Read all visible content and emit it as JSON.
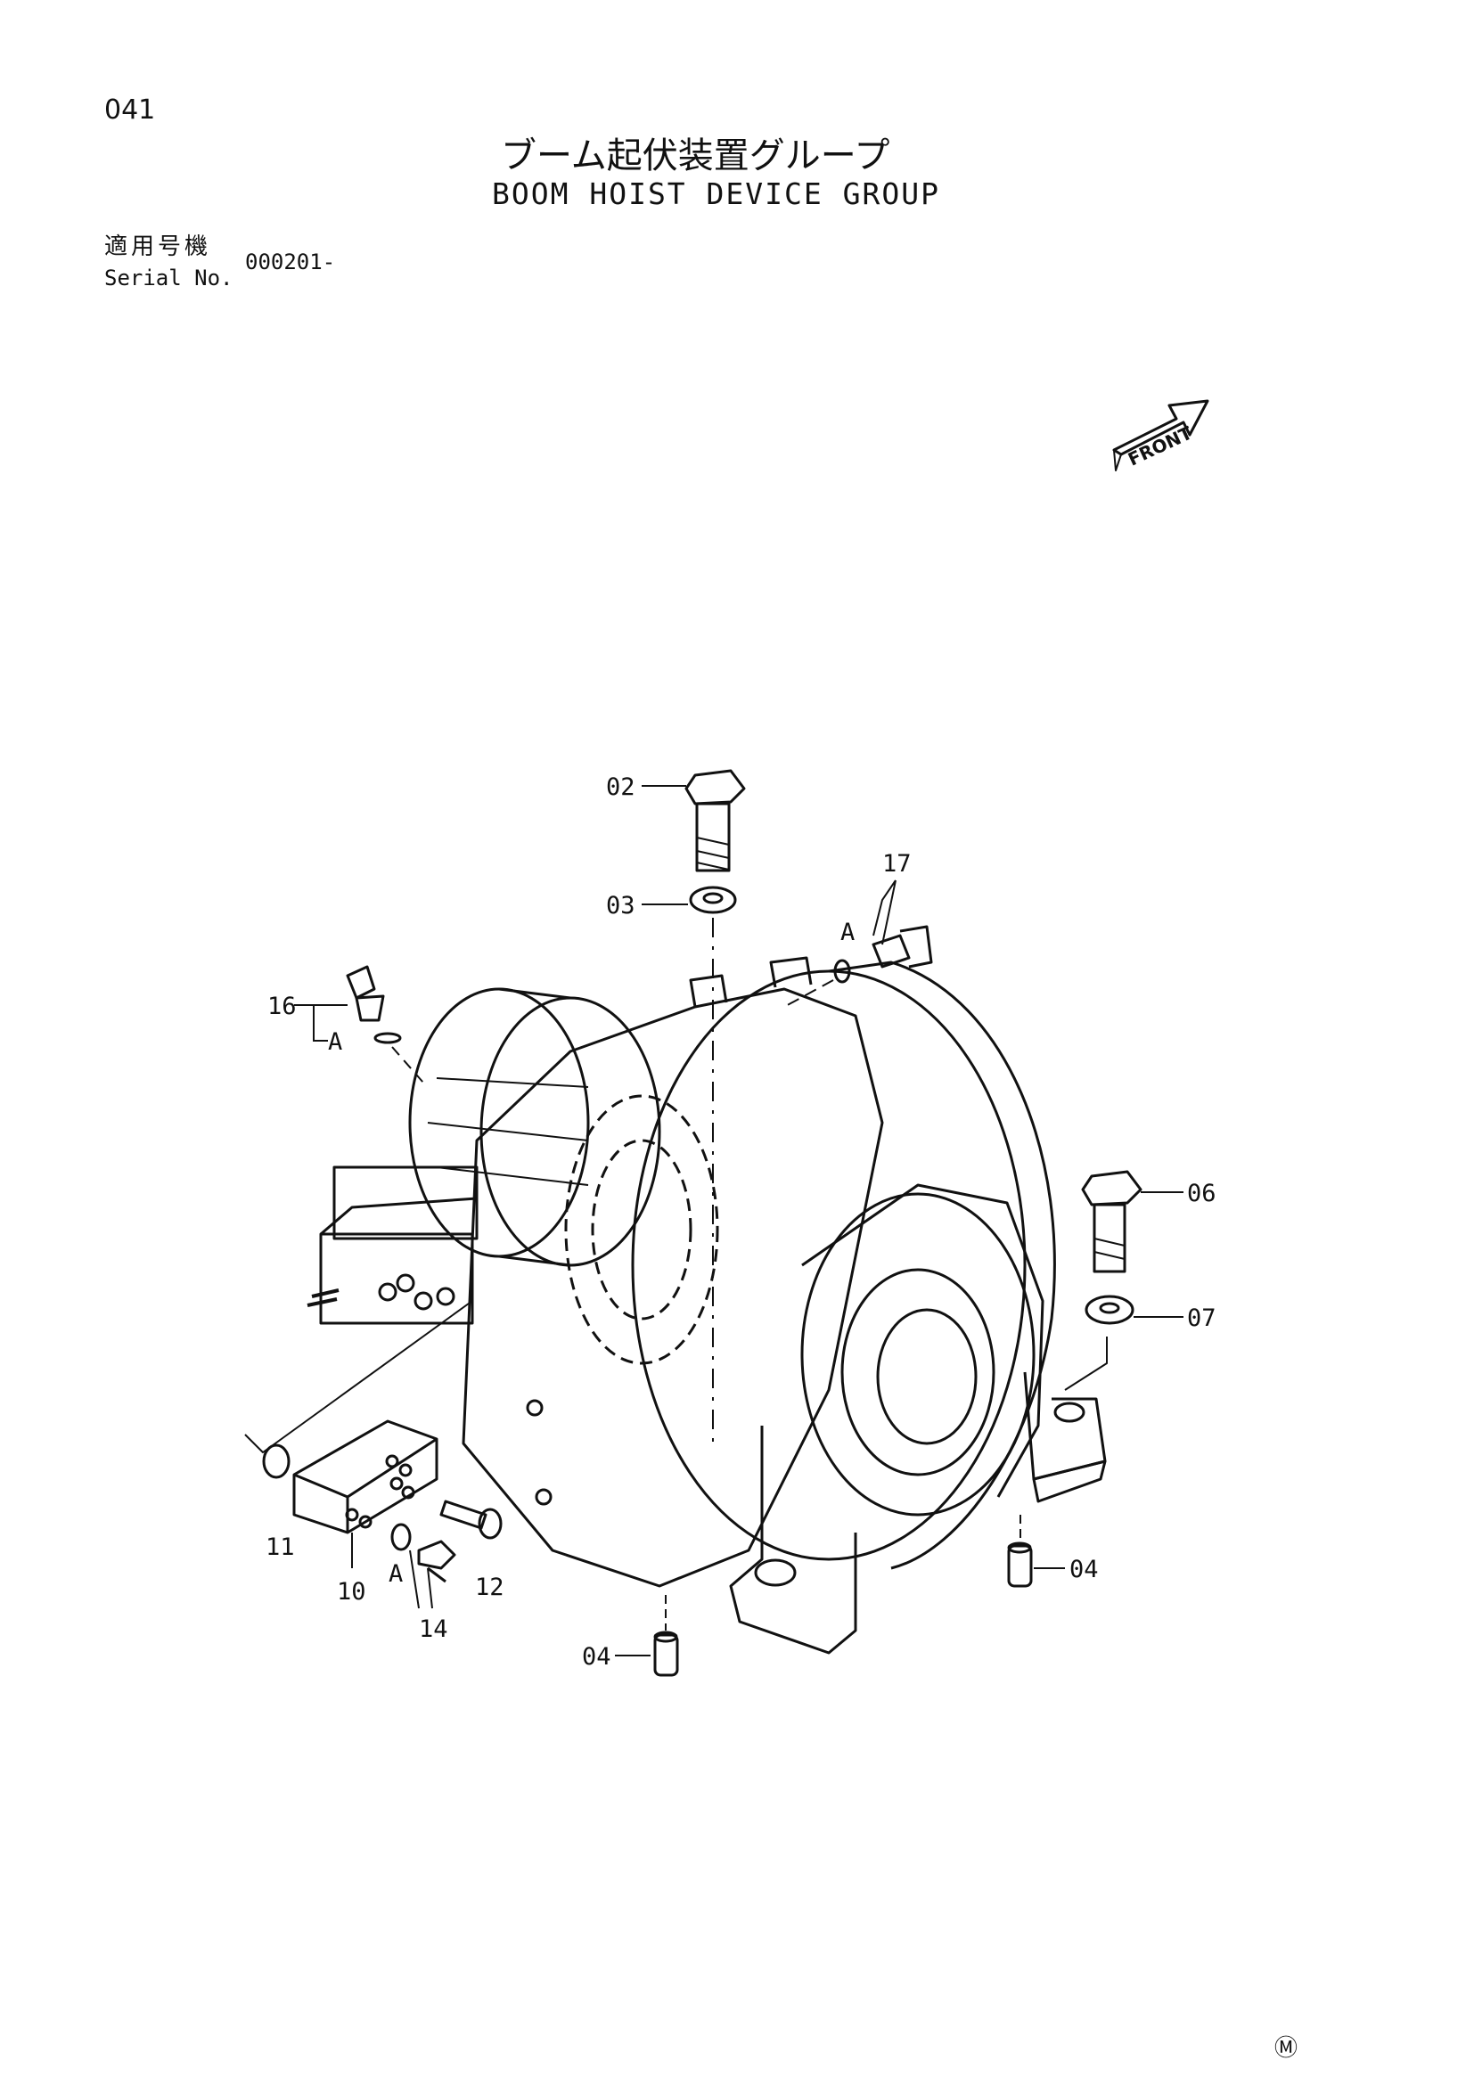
{
  "header": {
    "page_number": "041",
    "title_jp": "ブーム起伏装置グループ",
    "title_en": "BOOM HOIST DEVICE GROUP",
    "serial_label_jp": "適用号機",
    "serial_label_en": "Serial No.",
    "serial_value": "000201-"
  },
  "diagram": {
    "front_label": "FRONT",
    "callouts": [
      {
        "id": "02",
        "label": "02"
      },
      {
        "id": "03",
        "label": "03"
      },
      {
        "id": "17",
        "label": "17"
      },
      {
        "id": "17a",
        "label": "A"
      },
      {
        "id": "16",
        "label": "16"
      },
      {
        "id": "16a",
        "label": "A"
      },
      {
        "id": "06",
        "label": "06"
      },
      {
        "id": "07",
        "label": "07"
      },
      {
        "id": "11",
        "label": "11"
      },
      {
        "id": "10",
        "label": "10"
      },
      {
        "id": "14a",
        "label": "A"
      },
      {
        "id": "14",
        "label": "14"
      },
      {
        "id": "12",
        "label": "12"
      },
      {
        "id": "04r",
        "label": "04"
      },
      {
        "id": "04b",
        "label": "04"
      }
    ]
  },
  "footer": {
    "mark": "Ⓜ"
  }
}
